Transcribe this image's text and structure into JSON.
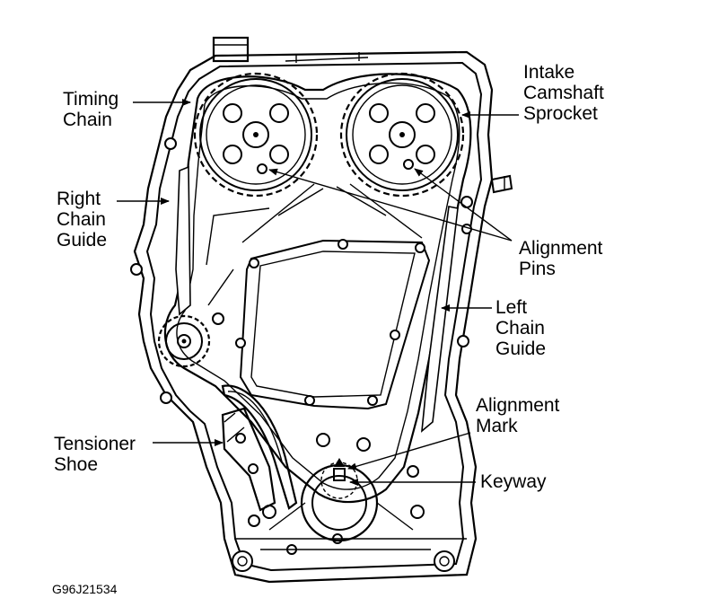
{
  "labels": {
    "timing_chain": "Timing\nChain",
    "intake_camshaft_sprocket": "Intake\nCamshaft\nSprocket",
    "right_chain_guide": "Right\nChain\nGuide",
    "alignment_pins": "Alignment\nPins",
    "left_chain_guide": "Left\nChain\nGuide",
    "alignment_mark": "Alignment\nMark",
    "tensioner_shoe": "Tensioner\nShoe",
    "keyway": "Keyway"
  },
  "figure_code": "G96J21534"
}
